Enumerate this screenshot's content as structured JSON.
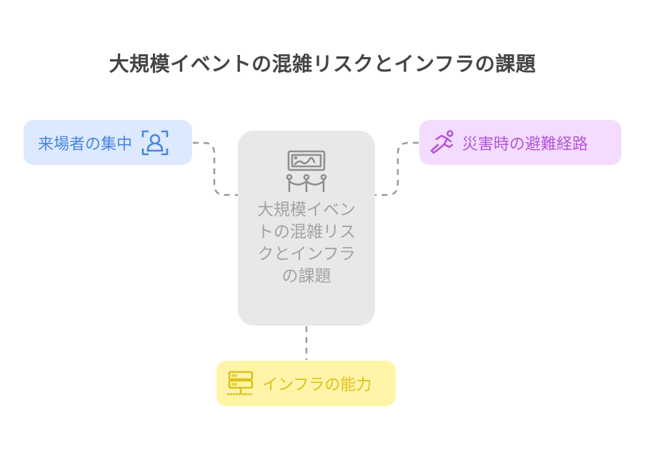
{
  "title": "大規模イベントの混雑リスクとインフラの課題",
  "center": {
    "label": "大規模イベントの混雑リスクとインフラの課題",
    "icon": "museum-exhibit-icon"
  },
  "nodes": {
    "left": {
      "label": "来場者の集中",
      "icon": "face-scan-person-icon",
      "color": "#4a86dc",
      "bg": "#dce9fe"
    },
    "right": {
      "label": "災害時の避難経路",
      "icon": "running-person-icon",
      "color": "#b455d8",
      "bg": "#f3dcfd"
    },
    "bottom": {
      "label": "インフラの能力",
      "icon": "server-icon",
      "color": "#d9c21a",
      "bg": "#fff4a8"
    }
  }
}
